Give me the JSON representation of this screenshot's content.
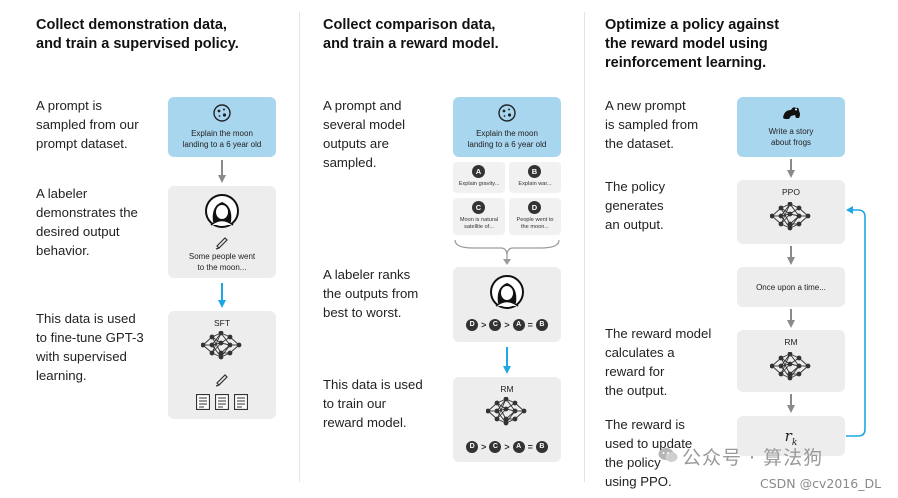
{
  "columns": [
    {
      "title_line1": "Collect demonstration data,",
      "title_line2": "and train a supervised policy.",
      "step1": [
        "A prompt is",
        "sampled from our",
        "prompt dataset."
      ],
      "step2": [
        "A labeler",
        "demonstrates the",
        "desired output",
        "behavior."
      ],
      "step3": [
        "This data is used",
        "to fine-tune GPT-3",
        "with supervised",
        "learning."
      ],
      "prompt_text": [
        "Explain the moon",
        "landing to a 6 year old"
      ],
      "demo_text": [
        "Some people went",
        "to the moon..."
      ],
      "model_label": "SFT"
    },
    {
      "title_line1": "Collect comparison data,",
      "title_line2": "and train a reward model.",
      "step1": [
        "A prompt and",
        "several model",
        "outputs are",
        "sampled."
      ],
      "step2": [
        "A labeler ranks",
        "the outputs from",
        "best to worst."
      ],
      "step3": [
        "This data is used",
        "to train our",
        "reward model."
      ],
      "prompt_text": [
        "Explain the moon",
        "landing to a 6 year old"
      ],
      "outputs": [
        {
          "letter": "A",
          "text": [
            "Explain gravity..."
          ]
        },
        {
          "letter": "B",
          "text": [
            "Explain war..."
          ]
        },
        {
          "letter": "C",
          "text": [
            "Moon is natural",
            "satellite of..."
          ]
        },
        {
          "letter": "D",
          "text": [
            "People went to",
            "the moon..."
          ]
        }
      ],
      "ranking": [
        "D",
        ">",
        "C",
        ">",
        "A",
        "=",
        "B"
      ],
      "model_label": "RM"
    },
    {
      "title_line1": "Optimize a policy against",
      "title_line2": "the reward model using",
      "title_line3": "reinforcement learning.",
      "step1": [
        "A new prompt",
        "is sampled from",
        "the dataset."
      ],
      "step2": [
        "The policy",
        "generates",
        "an output."
      ],
      "step3": [
        "The reward model",
        "calculates a",
        "reward for",
        "the output."
      ],
      "step4": [
        "The reward is",
        "used to update",
        "the policy",
        "using PPO."
      ],
      "prompt_text": [
        "Write a story",
        "about frogs"
      ],
      "policy_label": "PPO",
      "output_text": "Once upon a time...",
      "model_label": "RM",
      "reward_symbol": "r",
      "reward_subscript": "k"
    }
  ],
  "watermark": {
    "text": "公众号 · 算法狗",
    "csdn": "CSDN @cv2016_DL"
  },
  "colors": {
    "prompt_box": "#a9d6ef",
    "gray_box": "#ededed",
    "arrow_gray": "#8a8a8a",
    "arrow_blue": "#1ea7e6"
  }
}
